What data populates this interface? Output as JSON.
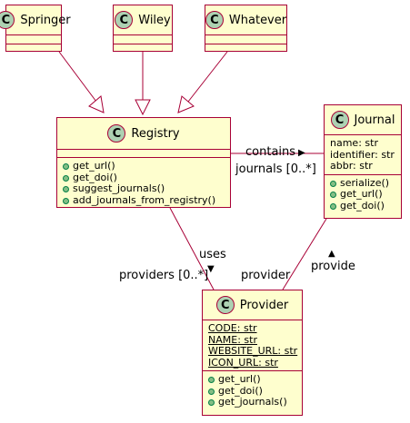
{
  "classes": {
    "springer": {
      "name": "Springer",
      "badge": "C"
    },
    "wiley": {
      "name": "Wiley",
      "badge": "C"
    },
    "whatever": {
      "name": "Whatever",
      "badge": "C"
    },
    "registry": {
      "name": "Registry",
      "badge": "C",
      "methods": [
        "get_url()",
        "get_doi()",
        "suggest_journals()",
        "add_journals_from_registry()"
      ]
    },
    "journal": {
      "name": "Journal",
      "badge": "C",
      "attributes": [
        "name: str",
        "identifier: str",
        "abbr: str"
      ],
      "methods": [
        "serialize()",
        "get_url()",
        "get_doi()"
      ]
    },
    "provider": {
      "name": "Provider",
      "badge": "C",
      "attributes": [
        "CODE: str",
        "NAME: str",
        "WEBSITE_URL: str",
        "ICON_URL: str"
      ],
      "methods": [
        "get_url()",
        "get_doi()",
        "get_journals()"
      ]
    }
  },
  "relations": {
    "contains": {
      "label": "contains",
      "arrow": "▶",
      "multiplicity": "journals [0..*]"
    },
    "uses": {
      "label": "uses",
      "arrow": "▼",
      "multiplicity": "providers [0..*]"
    },
    "provide": {
      "label": "provide",
      "arrow": "▲",
      "role": "provider"
    }
  },
  "colors": {
    "class_fill": "#fefece",
    "border": "#a80036",
    "badge": "#add1b2",
    "method_dot": "#84be84"
  }
}
